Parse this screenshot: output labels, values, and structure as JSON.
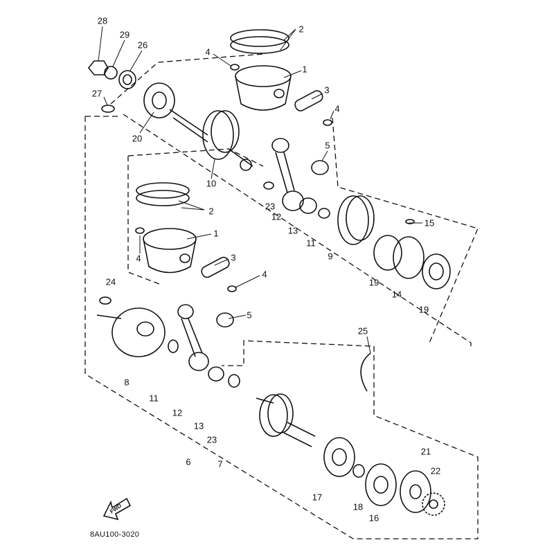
{
  "diagram_code": "8AU100-3020",
  "fwd_label": "FWD",
  "callouts": [
    "28",
    "29",
    "26",
    "27",
    "20",
    "2",
    "4",
    "1",
    "3",
    "4",
    "5",
    "10",
    "23",
    "12",
    "13",
    "11",
    "9",
    "15",
    "19",
    "14",
    "19",
    "2",
    "1",
    "4",
    "3",
    "4",
    "24",
    "5",
    "25",
    "8",
    "11",
    "12",
    "13",
    "23",
    "6",
    "7",
    "17",
    "18",
    "16",
    "21",
    "22"
  ]
}
